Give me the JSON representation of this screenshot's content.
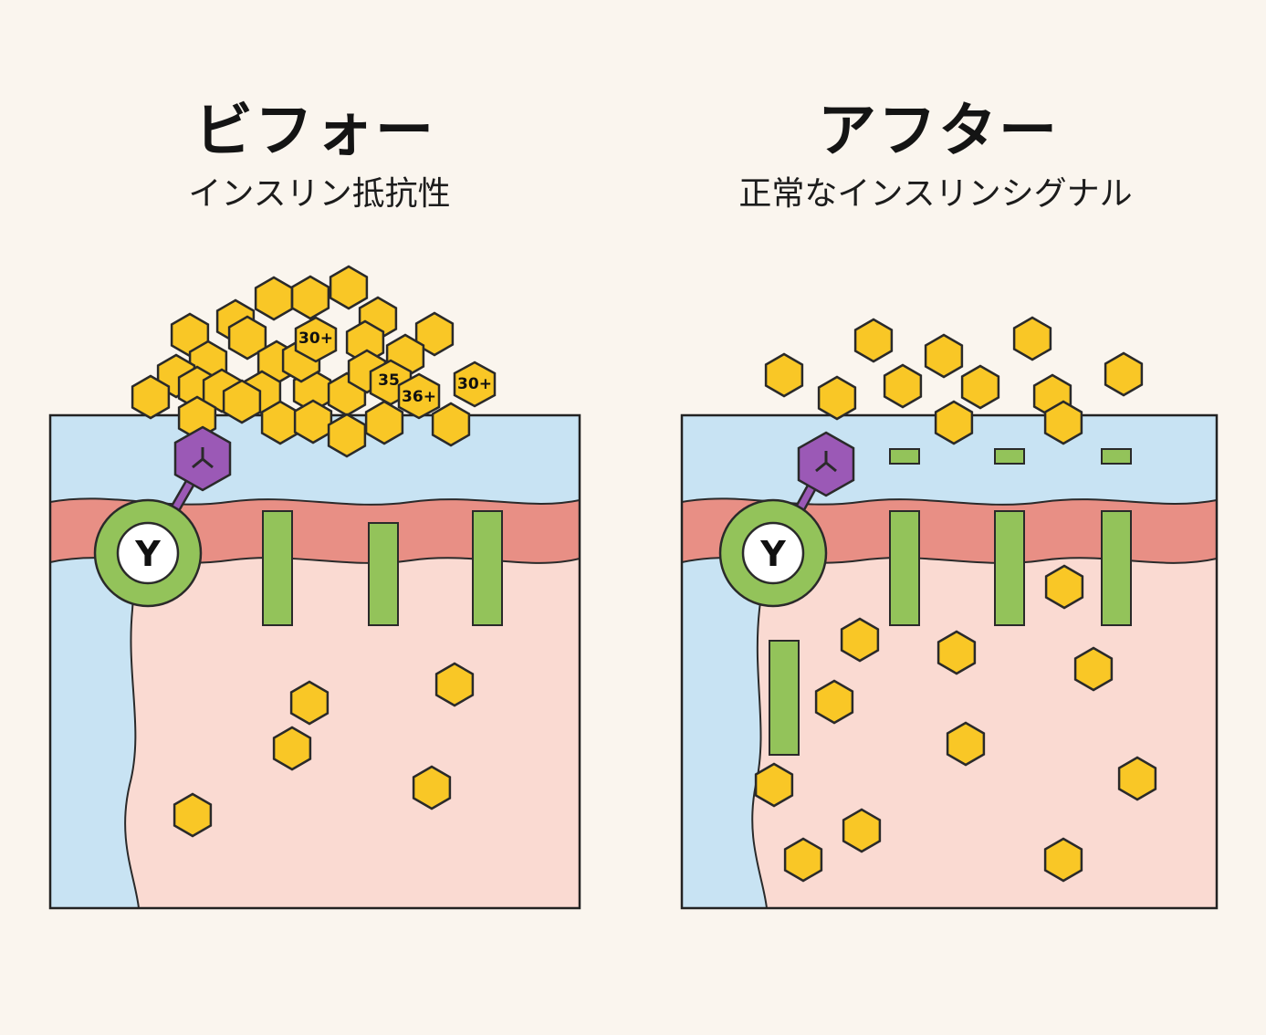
{
  "before": {
    "title": "ビフォー",
    "subtitle": "インスリン抵抗性",
    "receptor_label": "Y",
    "badges": [
      "30+",
      "35",
      "36+",
      "30+"
    ]
  },
  "after": {
    "title": "アフター",
    "subtitle": "正常なインスリンシグナル",
    "receptor_label": "Y"
  },
  "colors": {
    "background": "#faf5ee",
    "extracellular": "#c8e3f3",
    "membrane": "#e88f85",
    "cytoplasm": "#fadad2",
    "glucose": "#f9c726",
    "receptor": "#93c35a",
    "insulin": "#9b59b6"
  }
}
